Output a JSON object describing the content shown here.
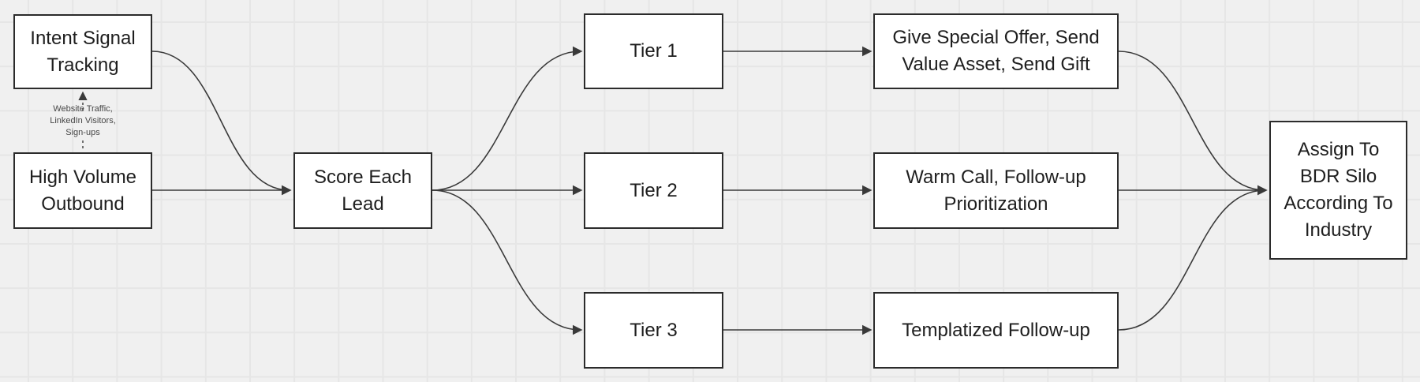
{
  "canvas": {
    "colors": {
      "background": "#f0f0f0",
      "grid_line": "#e6e6e6",
      "node_fill": "#ffffff",
      "node_border": "#2b2b2b",
      "edge_color": "#3a3a3a",
      "text_color": "#1e1e1e",
      "note_text_color": "#474747"
    }
  },
  "nodes": {
    "intent_signal_tracking": {
      "label": "Intent Signal\nTracking"
    },
    "high_volume_outbound": {
      "label": "High Volume\nOutbound"
    },
    "score_each_lead": {
      "label": "Score Each\nLead"
    },
    "tier_1": {
      "label": "Tier 1"
    },
    "tier_2": {
      "label": "Tier 2"
    },
    "tier_3": {
      "label": "Tier 3"
    },
    "give_special_offer": {
      "label": "Give Special Offer, Send\nValue Asset, Send Gift"
    },
    "warm_call": {
      "label": "Warm Call, Follow-up\nPrioritization"
    },
    "templatized_follow_up": {
      "label": "Templatized Follow-up"
    },
    "assign_to_bdr_silo": {
      "label": "Assign To\nBDR Silo\nAccording To\nIndustry"
    }
  },
  "edges": [
    {
      "from": "high_volume_outbound",
      "to": "intent_signal_tracking",
      "style": "dashed",
      "label": "Website Traffic,\nLinkedIn Visitors,\nSign-ups"
    },
    {
      "from": "intent_signal_tracking",
      "to": "score_each_lead"
    },
    {
      "from": "high_volume_outbound",
      "to": "score_each_lead"
    },
    {
      "from": "score_each_lead",
      "to": "tier_1"
    },
    {
      "from": "score_each_lead",
      "to": "tier_2"
    },
    {
      "from": "score_each_lead",
      "to": "tier_3"
    },
    {
      "from": "tier_1",
      "to": "give_special_offer"
    },
    {
      "from": "tier_2",
      "to": "warm_call"
    },
    {
      "from": "tier_3",
      "to": "templatized_follow_up"
    },
    {
      "from": "give_special_offer",
      "to": "assign_to_bdr_silo"
    },
    {
      "from": "warm_call",
      "to": "assign_to_bdr_silo"
    },
    {
      "from": "templatized_follow_up",
      "to": "assign_to_bdr_silo"
    }
  ]
}
